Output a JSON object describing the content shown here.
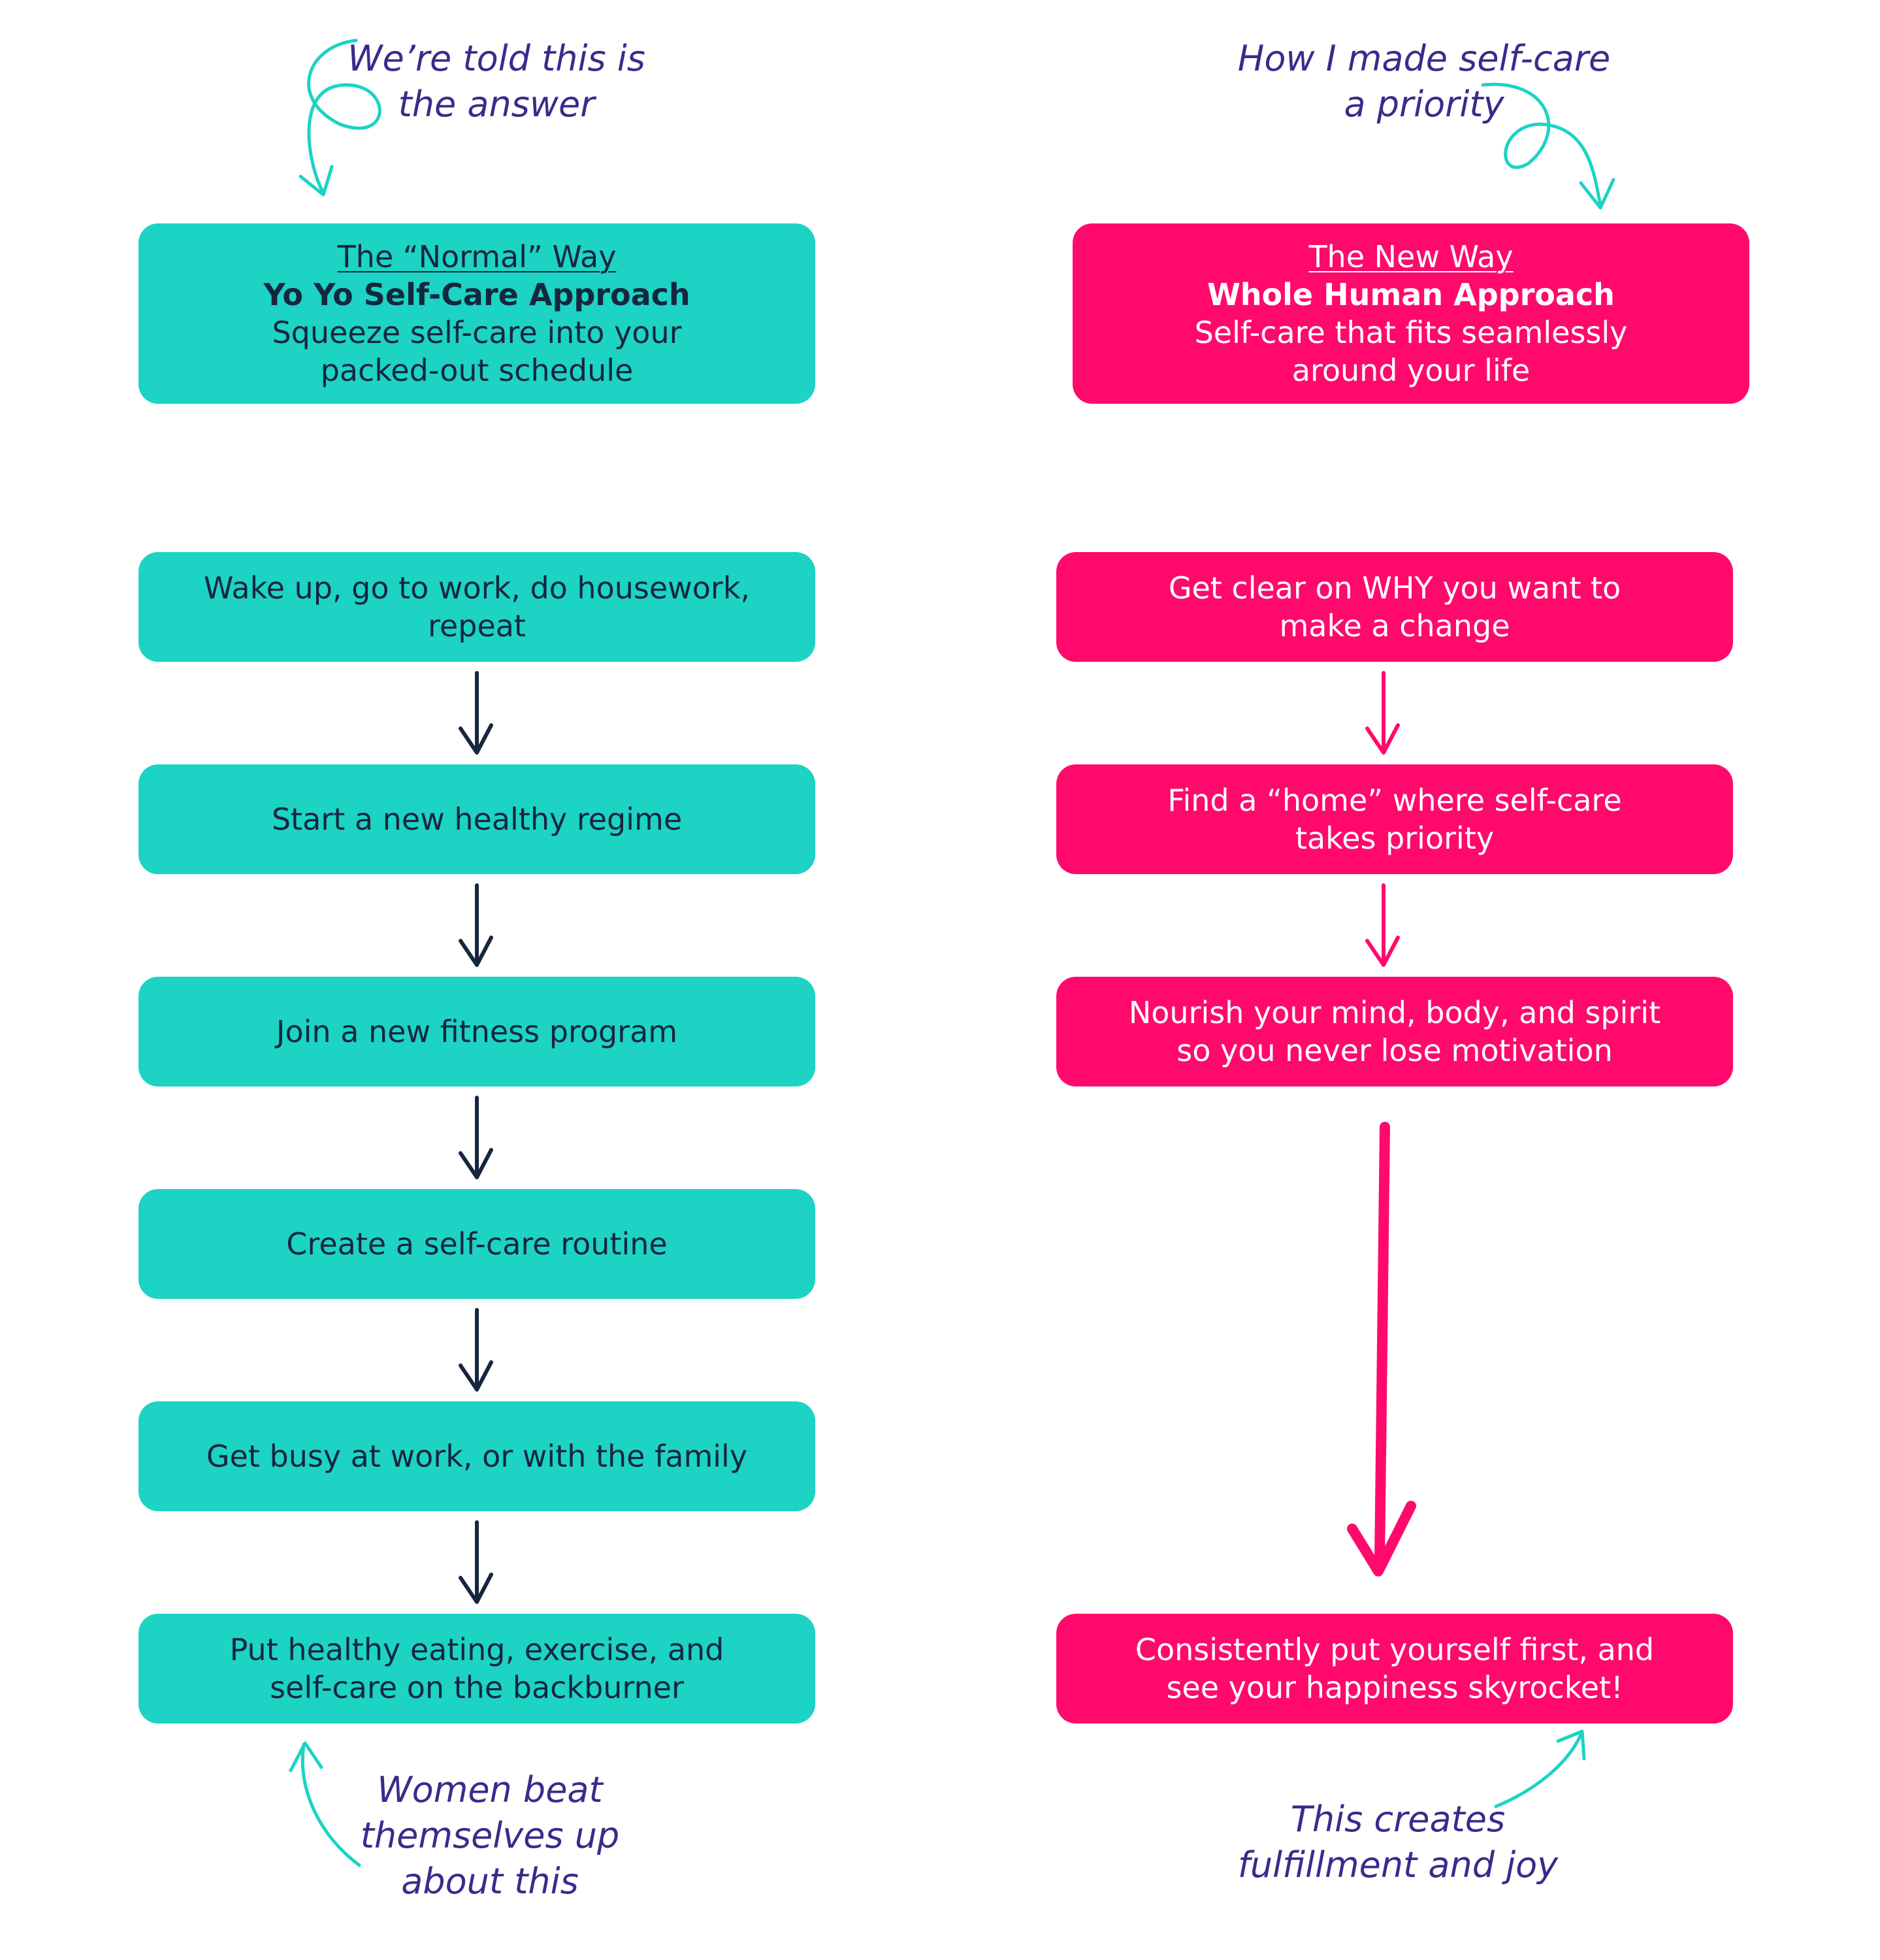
{
  "left": {
    "note_top": [
      "We’re told this is",
      "the answer"
    ],
    "header": {
      "subtitle": "The “Normal” Way",
      "title": "Yo Yo Self-Care Approach",
      "desc": [
        "Squeeze self-care into your",
        "packed-out schedule"
      ]
    },
    "steps": [
      [
        "Wake up, go to work, do housework,",
        "repeat"
      ],
      [
        "Start a new healthy regime"
      ],
      [
        "Join a new fitness program"
      ],
      [
        "Create a self-care routine"
      ],
      [
        "Get busy at work, or with the family"
      ],
      [
        "Put healthy eating, exercise, and",
        "self-care on the backburner"
      ]
    ],
    "note_bottom": [
      "Women beat",
      "themselves up",
      "about this"
    ]
  },
  "right": {
    "note_top": [
      "How I made self-care",
      "a priority"
    ],
    "header": {
      "subtitle": "The New Way",
      "title": "Whole Human Approach",
      "desc": [
        "Self-care that fits seamlessly",
        "around your life"
      ]
    },
    "steps": [
      [
        "Get clear on WHY you want to",
        "make a change"
      ],
      [
        "Find a “home” where self-care",
        "takes priority"
      ],
      [
        "Nourish your mind, body, and spirit",
        "so you never lose motivation"
      ],
      [
        "Consistently put yourself first, and",
        "see your happiness skyrocket!"
      ]
    ],
    "note_bottom": [
      "This creates",
      "fulfillment and joy"
    ]
  },
  "colors": {
    "teal": "#1cd3c4",
    "pink": "#ff0a6c",
    "dark_text": "#16263e",
    "note_text": "#3b2a8c"
  }
}
